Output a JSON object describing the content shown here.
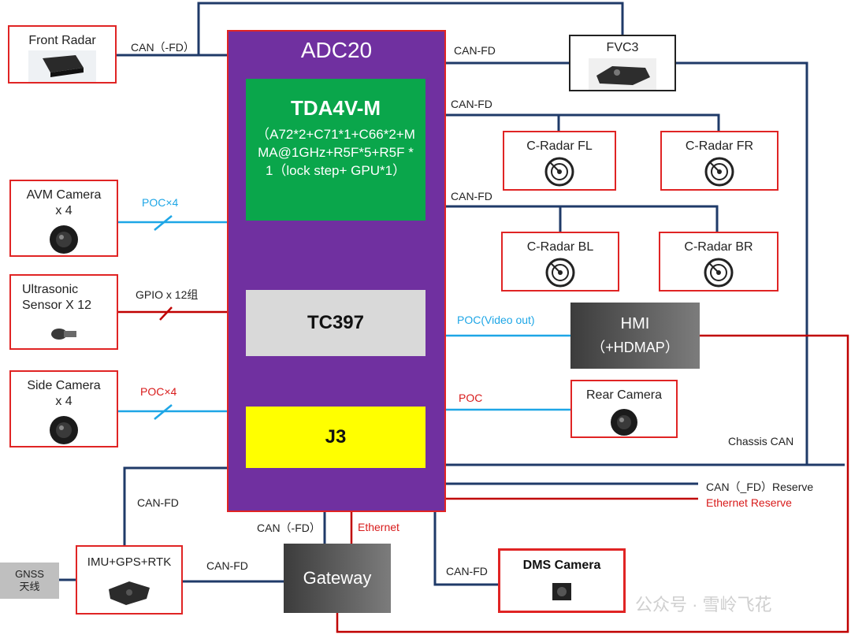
{
  "adc": {
    "title": "ADC20"
  },
  "tda": {
    "title": "TDA4V-M",
    "desc": "（A72*2+C71*1+C66*2+MMA@1GHz+R5F*5+R5F *1（lock step+ GPU*1）"
  },
  "tc": {
    "title": "TC397"
  },
  "j3": {
    "title": "J3"
  },
  "devices": {
    "front_radar": "Front Radar",
    "fvc": "FVC3",
    "c_radar_fl": "C-Radar FL",
    "c_radar_fr": "C-Radar FR",
    "c_radar_bl": "C-Radar BL",
    "c_radar_br": "C-Radar BR",
    "avm_camera": "AVM Camera\nx 4",
    "ultrasonic": "Ultrasonic\nSensor X 12",
    "side_camera": "Side Camera\nx 4",
    "hmi_title": "HMI",
    "hmi_sub": "（+HDMAP）",
    "rear_camera": "Rear Camera",
    "imu": "IMU+GPS+RTK",
    "gateway": "Gateway",
    "dms": "DMS Camera",
    "gnss": "GNSS\n天线"
  },
  "links": {
    "front_radar": "CAN（-FD）",
    "fvc": "CAN-FD",
    "c_radar_front": "CAN-FD",
    "c_radar_back": "CAN-FD",
    "avm": "POC×4",
    "ultrasonic": "GPIO x 12组",
    "side": "POC×4",
    "hmi": "POC(Video out)",
    "rear": "POC",
    "chassis": "Chassis CAN",
    "can_reserve": "CAN（_FD）Reserve",
    "eth_reserve": "Ethernet Reserve",
    "imu_up": "CAN-FD",
    "gw_can": "CAN（-FD）",
    "gw_eth": "Ethernet",
    "imu_gw": "CAN-FD",
    "dms": "CAN-FD"
  },
  "watermark": "公众号 · 雪岭飞花",
  "colors": {
    "purple": "#7030a0",
    "green": "#0aa64b",
    "yellow": "#ffff00",
    "navy": "#1f3a68",
    "red": "#c00000",
    "blue": "#1ea6e6"
  }
}
